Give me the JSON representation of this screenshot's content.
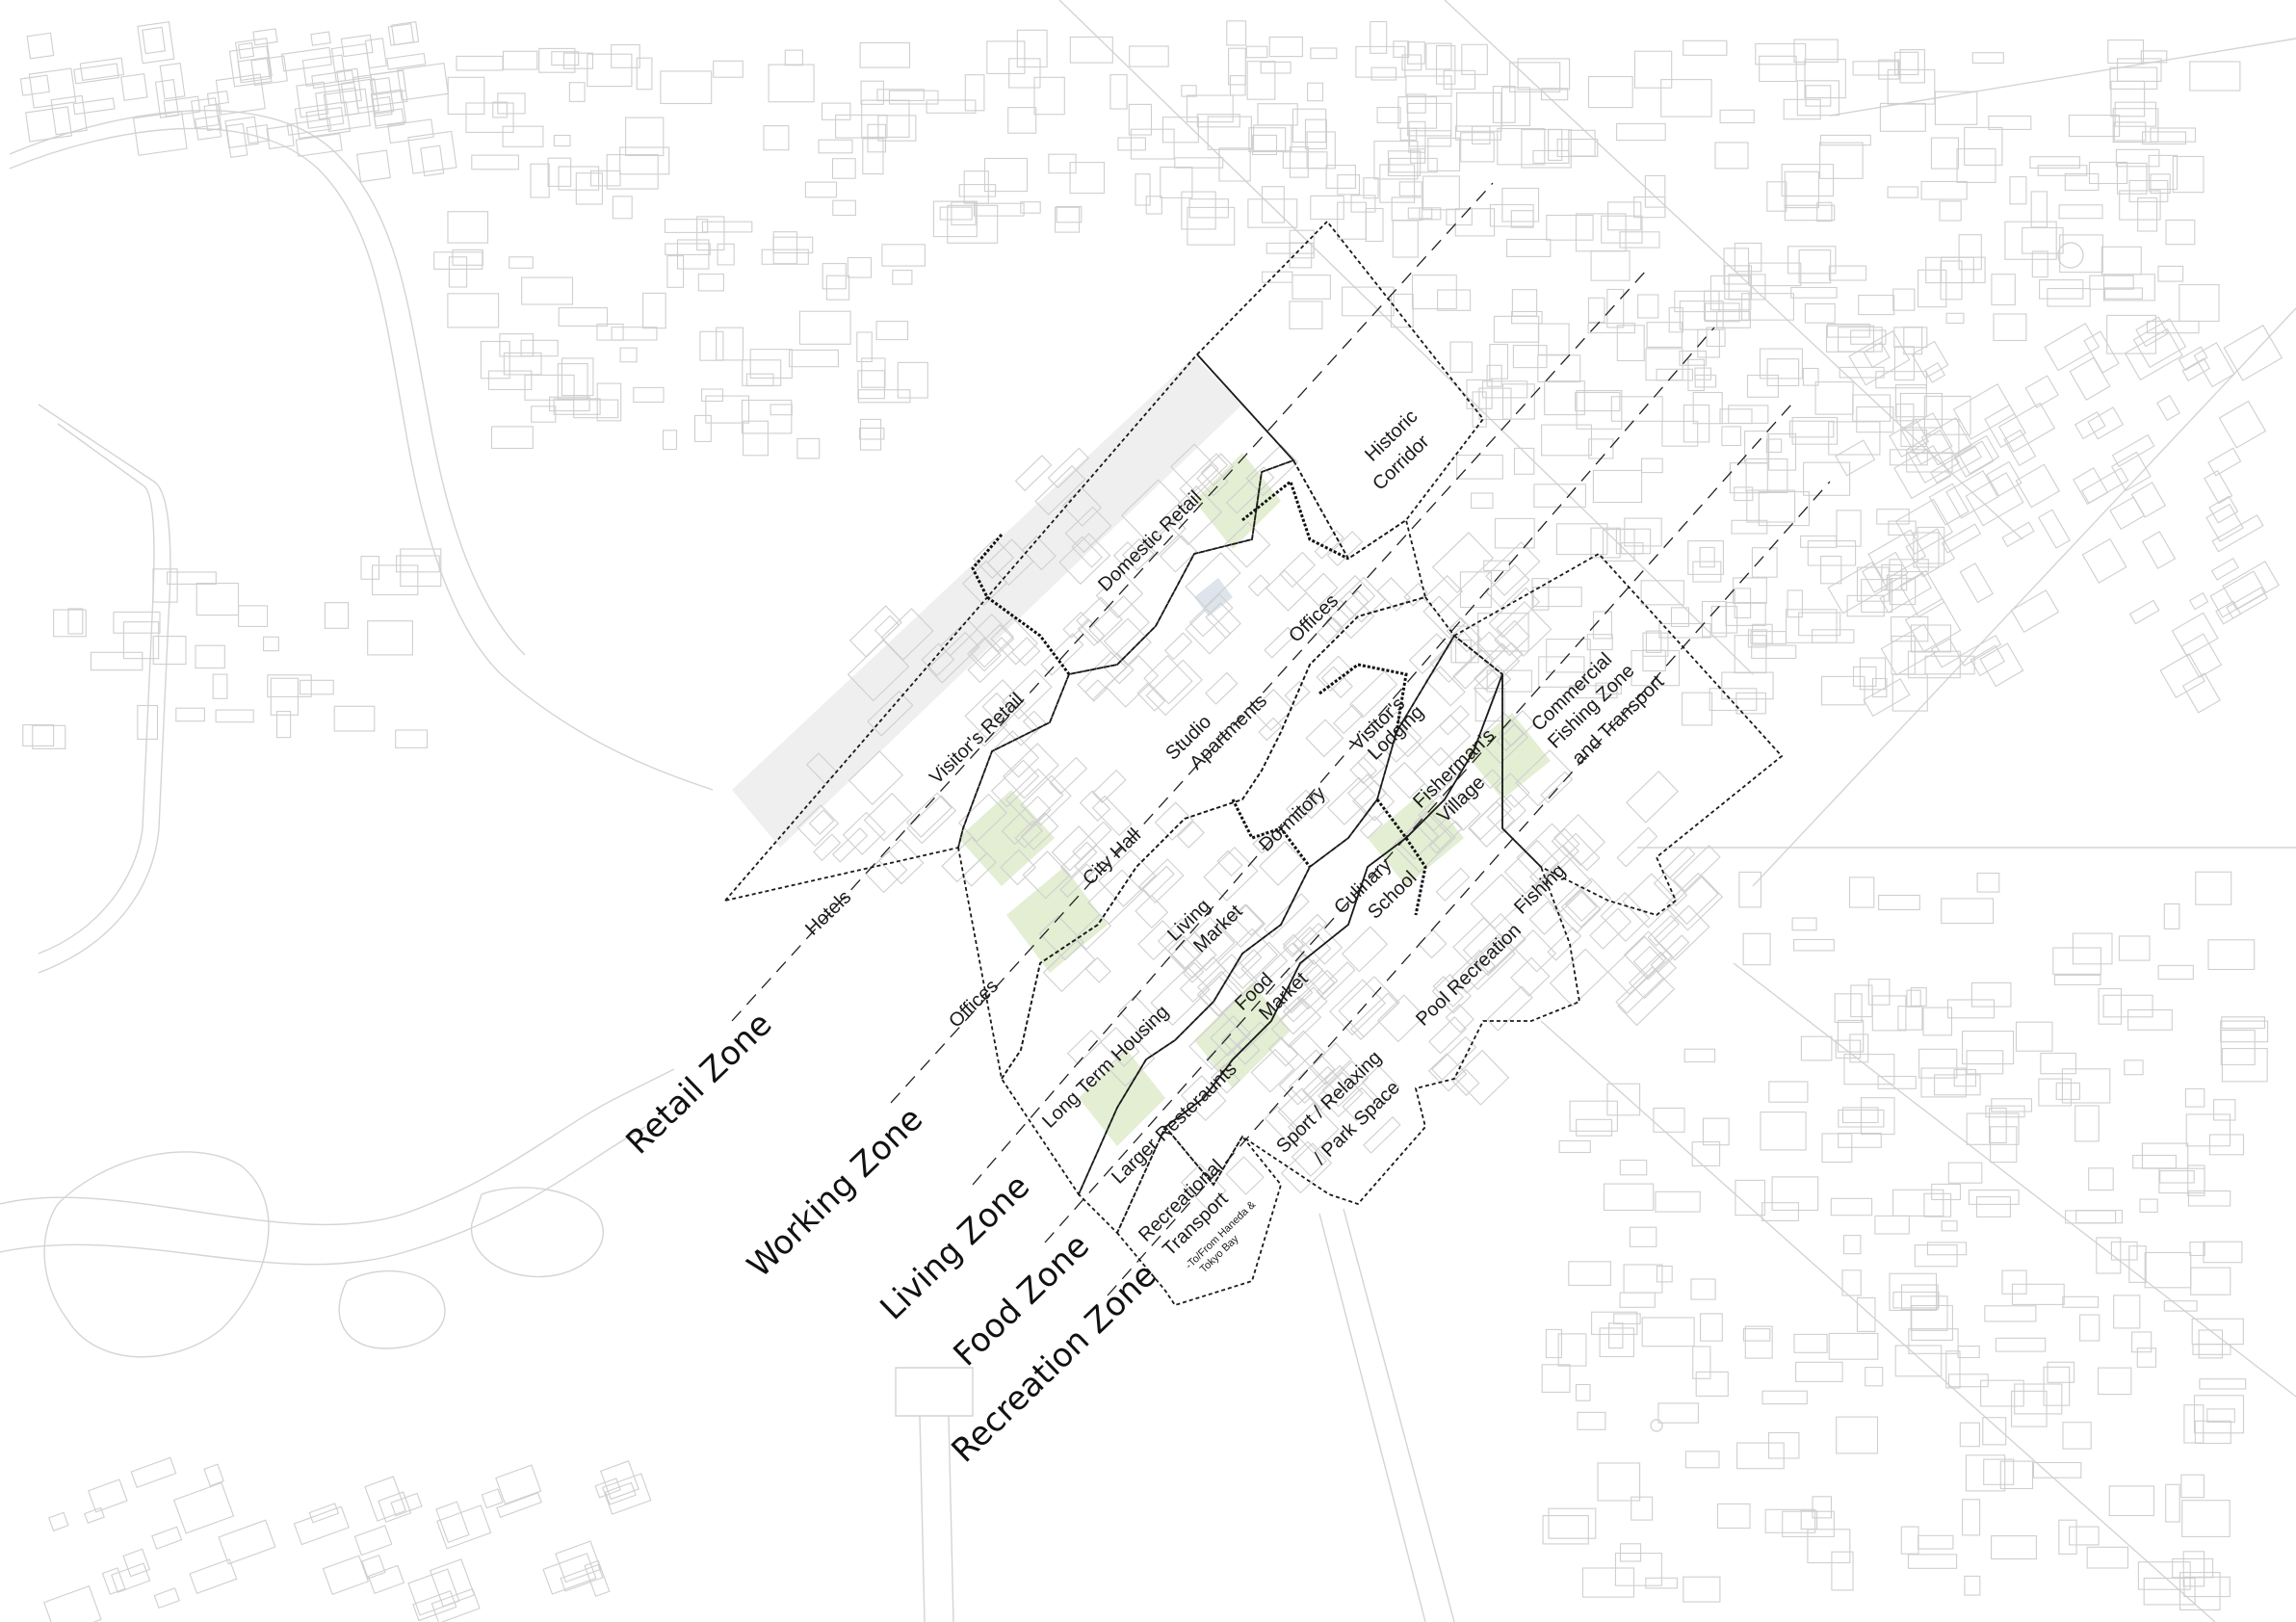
{
  "map": {
    "zones": [
      {
        "id": "retail",
        "label": "Retail Zone"
      },
      {
        "id": "working",
        "label": "Working Zone"
      },
      {
        "id": "living",
        "label": "Living Zone"
      },
      {
        "id": "food",
        "label": "Food Zone"
      },
      {
        "id": "recreation",
        "label": "Recreation Zone"
      }
    ],
    "programs": {
      "hotels": "Hotels",
      "visitors_retail": "Visitor's Retail",
      "domestic_retail": "Domestic Retail",
      "historic_corridor_1": "Historic",
      "historic_corridor_2": "Corridor",
      "offices_west": "Offices",
      "city_hall": "City Hall",
      "studio_apartments_1": "Studio",
      "studio_apartments_2": "Apartments",
      "offices_east": "Offices",
      "long_term_housing": "Long Term Housing",
      "living_market_1": "Living",
      "living_market_2": "Market",
      "dormitory": "Dormitory",
      "visitors_lodging_1": "Visitor's",
      "visitors_lodging_2": "Lodging",
      "commercial_fishing_1": "Commercial",
      "commercial_fishing_2": "Fishing Zone",
      "commercial_fishing_3": "and Transport",
      "larger_restaurants": "Larger Resteraunts",
      "food_market_1": "Food",
      "food_market_2": "Market",
      "culinary_school_1": "Culinary",
      "culinary_school_2": "School",
      "fishermans_village_1": "Fisherman's",
      "fishermans_village_2": "Village",
      "fishing": "Fishing",
      "pool_recreation": "Pool Recreation",
      "sport_park_1": "Sport / Relaxing",
      "sport_park_2": "/ Park Space",
      "recreational_transport_1": "Recreational",
      "recreational_transport_2": "Transport",
      "recreational_transport_3": "-To/From Haneda &",
      "recreational_transport_4": "Tokyo Bay"
    },
    "colors": {
      "zone_boundary": "#1a1a1a",
      "background_buildings": "#cfcfcf",
      "green_space": "#e3eed3",
      "shadow": "#e2e2e2"
    }
  }
}
